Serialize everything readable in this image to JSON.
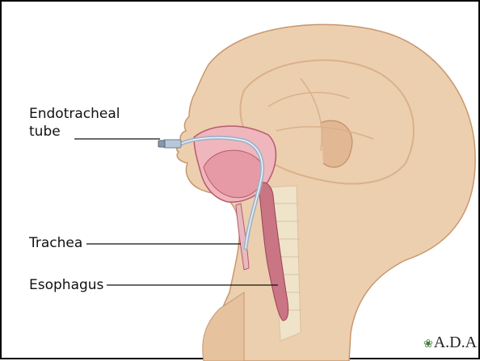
{
  "labels": {
    "endotracheal_line1": "Endotracheal",
    "endotracheal_line2": "tube",
    "trachea": "Trachea",
    "esophagus": "Esophagus"
  },
  "logo": {
    "text": "ADAM",
    "mark_icon": "leaf-icon",
    "mark_color": "#3f7d3a"
  },
  "colors": {
    "skin": "#eccfae",
    "skin_shadow": "#d7aa83",
    "tissue_pink": "#e9a3ad",
    "tissue_dark": "#b75a6a",
    "spine": "#efe3c9",
    "tube": "#9fb3c9"
  }
}
